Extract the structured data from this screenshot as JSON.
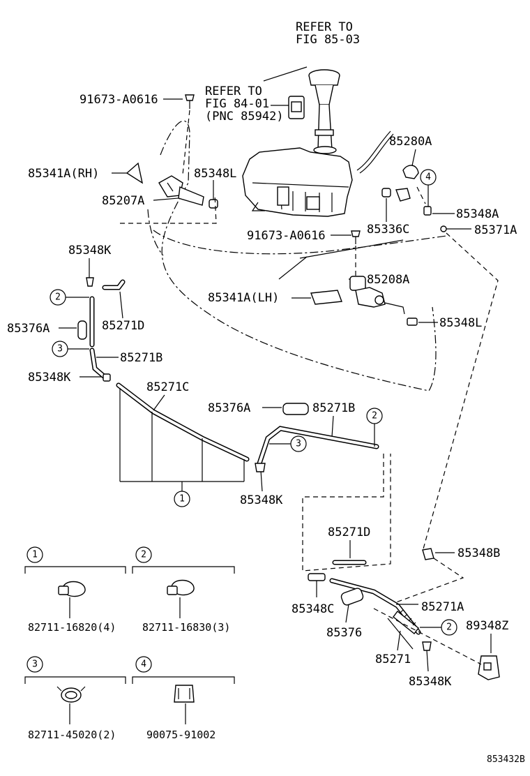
{
  "labels": {
    "refer_fig_85_03_line1": "REFER TO",
    "refer_fig_85_03_line2": "FIG 85-03",
    "refer_fig_84_01_line1": "REFER TO",
    "refer_fig_84_01_line2": "FIG 84-01",
    "refer_fig_84_01_line3": "(PNC 85942)",
    "p_91673_top": "91673-A0616",
    "p_85280A": "85280A",
    "p_85341A_RH": "85341A(RH)",
    "p_85348L_top": "85348L",
    "p_85207A": "85207A",
    "p_85348A": "85348A",
    "p_85336C": "85336C",
    "p_85371A": "85371A",
    "p_91673_mid": "91673-A0616",
    "p_85348K_1": "85348K",
    "p_85208A": "85208A",
    "p_85341A_LH": "85341A(LH)",
    "p_85271D_1": "85271D",
    "p_85348L_mid": "85348L",
    "p_85376A_1": "85376A",
    "p_85271B_1": "85271B",
    "p_85348K_2": "85348K",
    "p_85271C": "85271C",
    "p_85376A_2": "85376A",
    "p_85271B_2": "85271B",
    "p_85348K_3": "85348K",
    "p_85271D_2": "85271D",
    "p_85348B": "85348B",
    "p_85348C": "85348C",
    "p_85271A": "85271A",
    "p_85376": "85376",
    "p_89348Z": "89348Z",
    "p_85271": "85271",
    "p_85348K_4": "85348K",
    "kit_1_part": "82711-16820(4)",
    "kit_2_part": "82711-16830(3)",
    "kit_3_part": "82711-45020(2)",
    "kit_4_part": "90075-91002",
    "diagram_code": "853432B"
  },
  "callouts": {
    "c1": "1",
    "c2": "2",
    "c3": "3",
    "c4": "4"
  }
}
